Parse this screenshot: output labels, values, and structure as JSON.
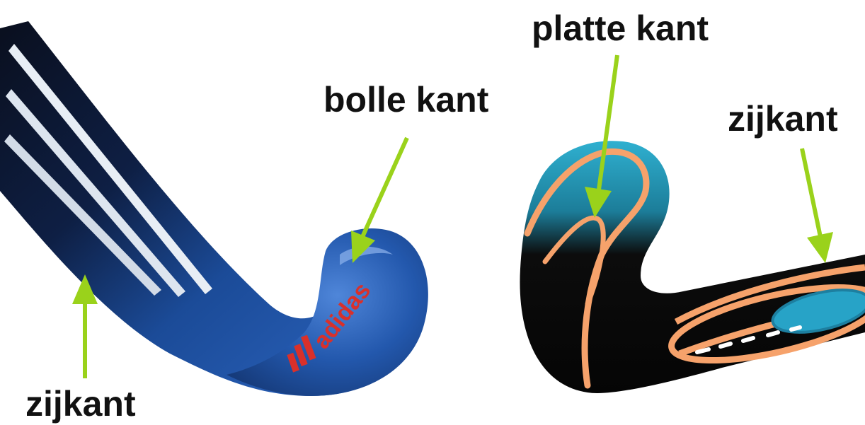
{
  "labels": {
    "bolle_kant": "bolle kant",
    "platte_kant": "platte kant",
    "zijkant_right": "zijkant",
    "zijkant_left": "zijkant"
  },
  "logo_text": "adidas",
  "colors": {
    "arrow": "#9ad21b",
    "blue_stick": "#1d4f9c",
    "black_stick": "#0b0b0b",
    "cyan_head": "#2aa6c8",
    "orange_stripe": "#f6a26b",
    "logo_red": "#d9302a",
    "label_text": "#111111"
  }
}
